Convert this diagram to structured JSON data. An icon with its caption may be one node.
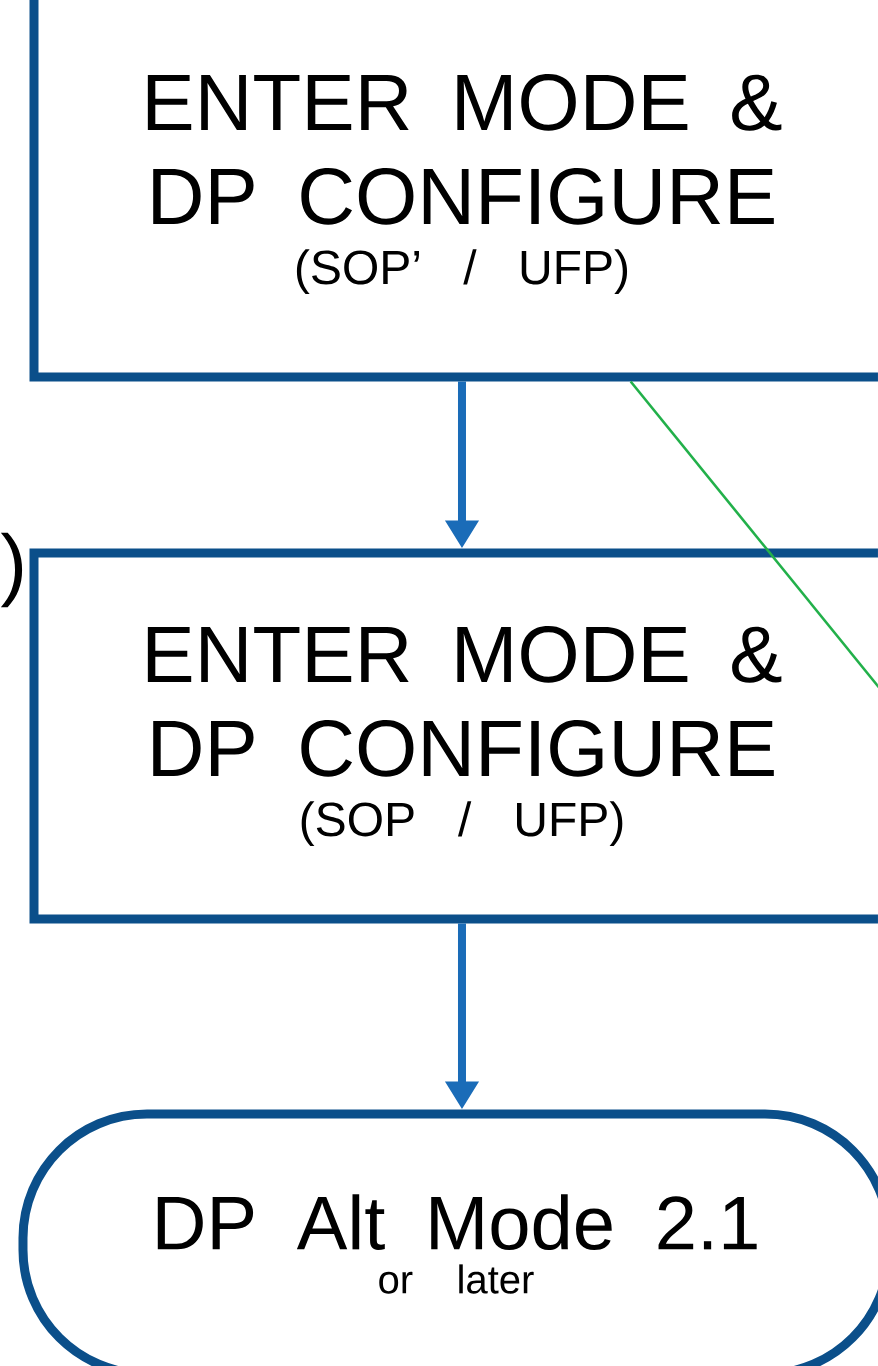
{
  "diagram": {
    "nodes": [
      {
        "text": [
          "ENTER MODE & DP CONFIGURE",
          "(SOP’ / UFP)"
        ]
      },
      {
        "text": [
          "ENTER MODE & DP CONFIGURE",
          "(SOP / UFP)"
        ]
      },
      {
        "text": [
          "DP Alt Mode 2.1",
          "or later"
        ]
      }
    ],
    "edges": [
      {
        "from": 0,
        "to": 1,
        "arrow": "to"
      },
      {
        "from": 1,
        "to": 2,
        "arrow": "to"
      },
      {
        "from": 0,
        "to": 1,
        "arrow": "none",
        "color": "#22b04a"
      }
    ],
    "labels": [
      ")"
    ]
  }
}
